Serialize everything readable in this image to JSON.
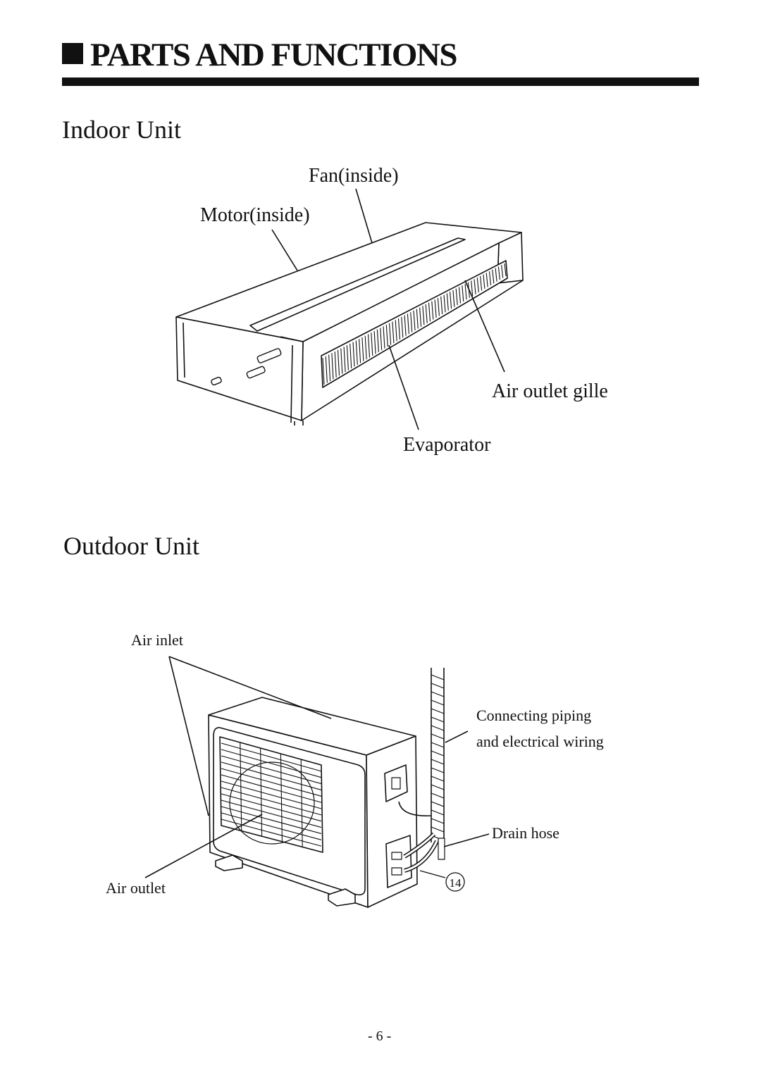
{
  "page": {
    "title": "PARTS AND FUNCTIONS",
    "page_number": "- 6 -"
  },
  "indoor": {
    "heading": "Indoor Unit",
    "labels": {
      "fan": "Fan(inside)",
      "motor": "Motor(inside)",
      "air_outlet_grille": "Air outlet gille",
      "evaporator": "Evaporator"
    }
  },
  "outdoor": {
    "heading": "Outdoor Unit",
    "labels": {
      "air_inlet": "Air inlet",
      "piping_line1": "Connecting piping",
      "piping_line2": "and electrical wiring",
      "drain_hose": "Drain hose",
      "air_outlet": "Air outlet",
      "callout": "14"
    }
  }
}
